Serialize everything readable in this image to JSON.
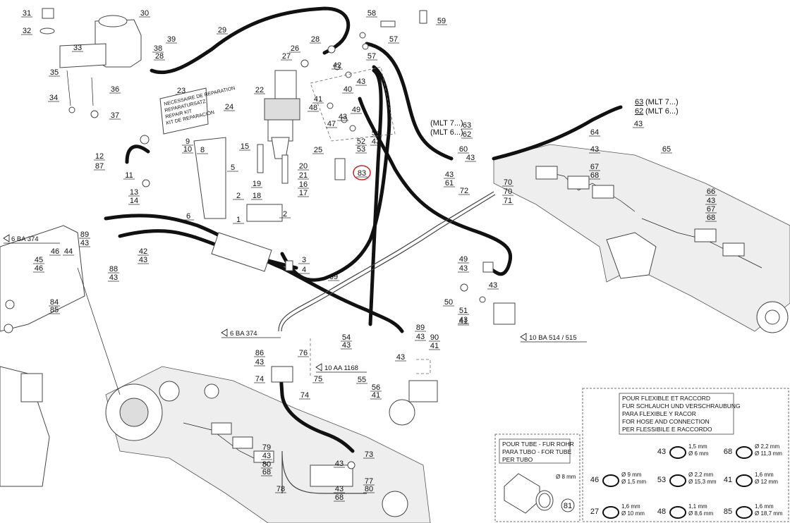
{
  "callouts": [
    {
      "label": "31"
    },
    {
      "label": "30"
    },
    {
      "label": "32"
    },
    {
      "label": "29"
    },
    {
      "label": "39"
    },
    {
      "label": "33"
    },
    {
      "label": "38"
    },
    {
      "label": "28"
    },
    {
      "label": "35"
    },
    {
      "label": "36"
    },
    {
      "label": "34"
    },
    {
      "label": "37"
    },
    {
      "label": "23"
    },
    {
      "label": "24"
    },
    {
      "label": "22"
    },
    {
      "label": "28"
    },
    {
      "label": "27"
    },
    {
      "label": "26"
    },
    {
      "label": "58"
    },
    {
      "label": "59"
    },
    {
      "label": "57"
    },
    {
      "label": "57"
    },
    {
      "label": "42"
    },
    {
      "label": "43"
    },
    {
      "label": "41"
    },
    {
      "label": "40"
    },
    {
      "label": "48"
    },
    {
      "label": "49"
    },
    {
      "label": "43"
    },
    {
      "label": "47"
    },
    {
      "label": "52"
    },
    {
      "label": "53"
    },
    {
      "label": "54"
    },
    {
      "label": "43"
    },
    {
      "label": "25"
    },
    {
      "label": "83"
    },
    {
      "label": "15"
    },
    {
      "label": "20"
    },
    {
      "label": "21"
    },
    {
      "label": "16"
    },
    {
      "label": "17"
    },
    {
      "label": "19"
    },
    {
      "label": "18"
    },
    {
      "label": "2"
    },
    {
      "label": "2"
    },
    {
      "label": "1"
    },
    {
      "label": "9"
    },
    {
      "label": "10"
    },
    {
      "label": "8"
    },
    {
      "label": "5"
    },
    {
      "label": "12"
    },
    {
      "label": "87"
    },
    {
      "label": "11"
    },
    {
      "label": "13"
    },
    {
      "label": "14"
    },
    {
      "label": "6"
    },
    {
      "label": "3"
    },
    {
      "label": "4"
    },
    {
      "label": "89"
    },
    {
      "label": "43"
    },
    {
      "label": "46"
    },
    {
      "label": "44"
    },
    {
      "label": "45"
    },
    {
      "label": "46"
    },
    {
      "label": "88"
    },
    {
      "label": "43"
    },
    {
      "label": "42"
    },
    {
      "label": "43"
    },
    {
      "label": "84"
    },
    {
      "label": "85"
    },
    {
      "label": "69"
    },
    {
      "label": "60"
    },
    {
      "label": "43"
    },
    {
      "label": "43"
    },
    {
      "label": "61"
    },
    {
      "label": "63"
    },
    {
      "label": "62"
    },
    {
      "label": "72"
    },
    {
      "label": "70"
    },
    {
      "label": "70"
    },
    {
      "label": "71"
    },
    {
      "label": "64"
    },
    {
      "label": "43"
    },
    {
      "label": "43"
    },
    {
      "label": "67"
    },
    {
      "label": "68"
    },
    {
      "label": "65"
    },
    {
      "label": "66"
    },
    {
      "label": "43"
    },
    {
      "label": "67"
    },
    {
      "label": "68"
    },
    {
      "label": "49"
    },
    {
      "label": "43"
    },
    {
      "label": "43"
    },
    {
      "label": "50"
    },
    {
      "label": "51"
    },
    {
      "label": "43"
    },
    {
      "label": "41"
    },
    {
      "label": "54"
    },
    {
      "label": "43"
    },
    {
      "label": "89"
    },
    {
      "label": "43"
    },
    {
      "label": "90"
    },
    {
      "label": "41"
    },
    {
      "label": "43"
    },
    {
      "label": "55"
    },
    {
      "label": "56"
    },
    {
      "label": "41"
    },
    {
      "label": "86"
    },
    {
      "label": "43"
    },
    {
      "label": "76"
    },
    {
      "label": "74"
    },
    {
      "label": "75"
    },
    {
      "label": "74"
    },
    {
      "label": "73"
    },
    {
      "label": "43"
    },
    {
      "label": "79"
    },
    {
      "label": "43"
    },
    {
      "label": "80"
    },
    {
      "label": "68"
    },
    {
      "label": "77"
    },
    {
      "label": "43"
    },
    {
      "label": "80"
    },
    {
      "label": "68"
    },
    {
      "label": "78"
    }
  ],
  "highlight_callout": {
    "label": "83",
    "color": "#cc2222"
  },
  "model_refs": {
    "top_a": "63",
    "top_a_text": "(MLT 7...)",
    "top_b": "62",
    "top_b_text": "(MLT 6...)",
    "left_a_text": "(MLT 7...)",
    "left_b_text": "(MLT 6...)"
  },
  "cross_refs": [
    {
      "text": "6 BA 374"
    },
    {
      "text": "6 BA 374"
    },
    {
      "text": "10 AA 1168"
    },
    {
      "text": "10 BA 514 / 515"
    }
  ],
  "plate_text": [
    "NECESSAIRE DE REPARATION",
    "REPARATURSATZ",
    "REPAIR KIT",
    "KIT DE REPARACIÓN"
  ],
  "legend_hose": {
    "title_lines": [
      "POUR FLEXIBLE ET RACCORD",
      "FUR SCHLAUCH UND VERSCHRAUBUNG",
      "PARA FLEXIBLE Y RACOR",
      "FOR HOSE AND CONNECTION",
      "PER FLESSIBILE E RACCORDO"
    ],
    "items": [
      {
        "num": "43",
        "a": "1,5 mm",
        "b": "Ø 6 mm"
      },
      {
        "num": "68",
        "a": "Ø 2,2 mm",
        "b": "Ø 11,3 mm"
      },
      {
        "num": "46",
        "a": "Ø 9 mm",
        "b": "Ø 1,5 mm"
      },
      {
        "num": "53",
        "a": "Ø 2,2 mm",
        "b": "Ø 15,3 mm"
      },
      {
        "num": "41",
        "a": "1,6 mm",
        "b": "Ø 12 mm"
      },
      {
        "num": "27",
        "a": "1,6 mm",
        "b": "Ø 10 mm"
      },
      {
        "num": "48",
        "a": "1,1 mm",
        "b": "Ø 8,6 mm"
      },
      {
        "num": "85",
        "a": "1,6 mm",
        "b": "Ø 18,7 mm"
      }
    ]
  },
  "legend_tube": {
    "title_lines": [
      "POUR TUBE - FUR ROHR",
      "PARA TUBO - FOR TUBE",
      "PER TUBO"
    ],
    "item": {
      "num": "81",
      "a": "Ø 8 mm"
    }
  }
}
